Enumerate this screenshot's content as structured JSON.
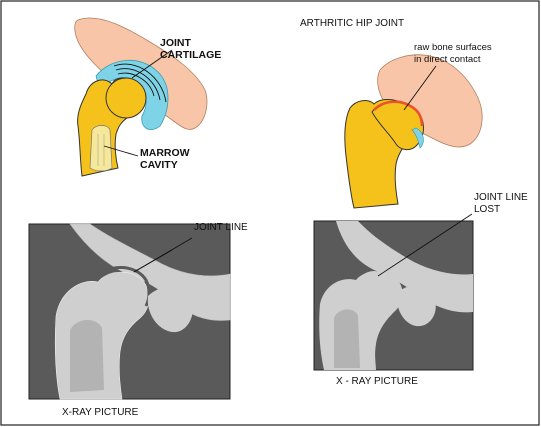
{
  "labels": {
    "joint_cartilage_1": "JOINT",
    "joint_cartilage_2": "CARTILAGE",
    "marrow_cavity_1": "MARROW",
    "marrow_cavity_2": "CAVITY",
    "arthritic_title": "ARTHRITIC HIP JOINT",
    "raw_bone_1": "raw bone surfaces",
    "raw_bone_2": "in direct contact",
    "joint_line": "JOINT LINE",
    "joint_line_lost_1": "JOINT LINE",
    "joint_line_lost_2": "LOST",
    "xray_left": "X-RAY PICTURE",
    "xray_right": "X - RAY PICTURE"
  },
  "colors": {
    "bone_yellow": "#f5c21b",
    "pelvis_pink": "#f8c5a8",
    "cartilage_cyan": "#7fd3e6",
    "raw_bone_red": "#e8542a",
    "xray_bg": "#5a5a5a",
    "xray_bone": "#cfcfcf",
    "marrow": "#f6e89a"
  }
}
